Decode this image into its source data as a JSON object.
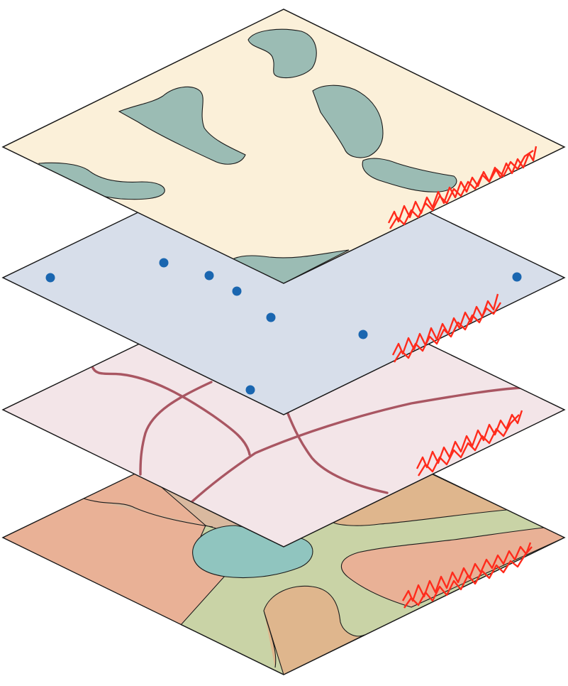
{
  "diagram": {
    "layers": [
      {
        "id": "water",
        "fill": "#fbf0d9",
        "feature_fill": "#9bbcb4",
        "label_color": "#ff2b1c"
      },
      {
        "id": "points",
        "fill": "#d7deea",
        "point_color": "#1a66b0",
        "label_color": "#ff2b1c"
      },
      {
        "id": "roads",
        "fill": "#f3e5e8",
        "road_color": "#a95662",
        "label_color": "#ff2b1c"
      },
      {
        "id": "landuse",
        "fill": "#c9d3a6",
        "class_fills": [
          "#e9b196",
          "#d9b99f",
          "#dfb68d",
          "#90c5bf",
          "#c9d3a6"
        ],
        "label_color": "#ff2b1c"
      }
    ],
    "outline_color": "#1a1a1a"
  }
}
